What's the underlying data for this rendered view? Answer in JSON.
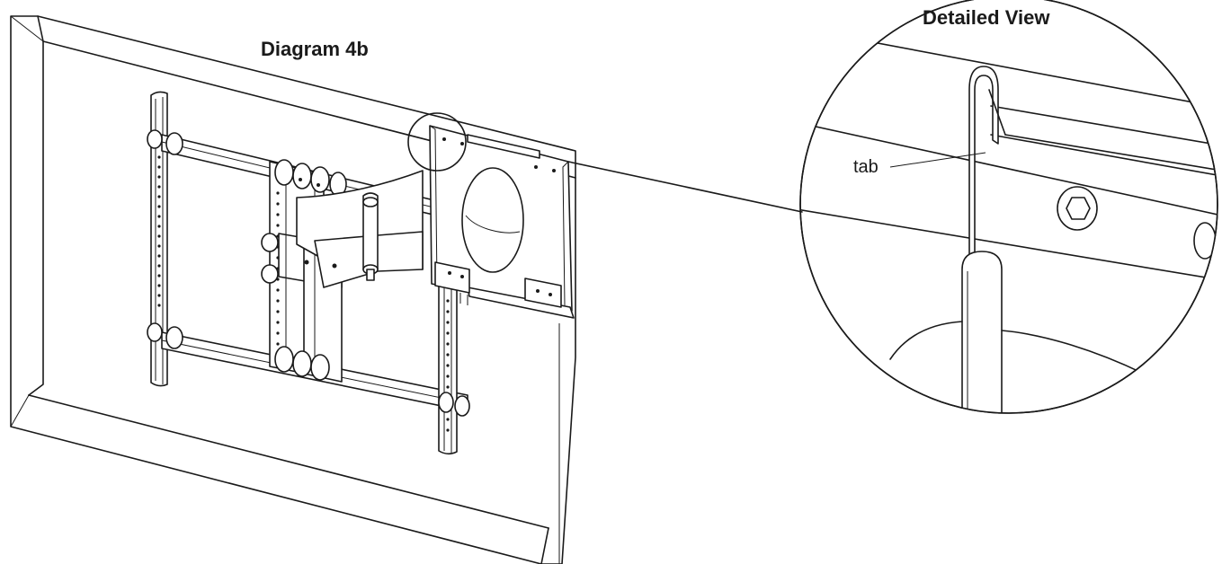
{
  "labels": {
    "diagram_title": "Diagram 4b",
    "detail_title": "Detailed View",
    "tab_callout": "tab"
  },
  "colors": {
    "line": "#1a1a1a",
    "background": "#ffffff"
  }
}
